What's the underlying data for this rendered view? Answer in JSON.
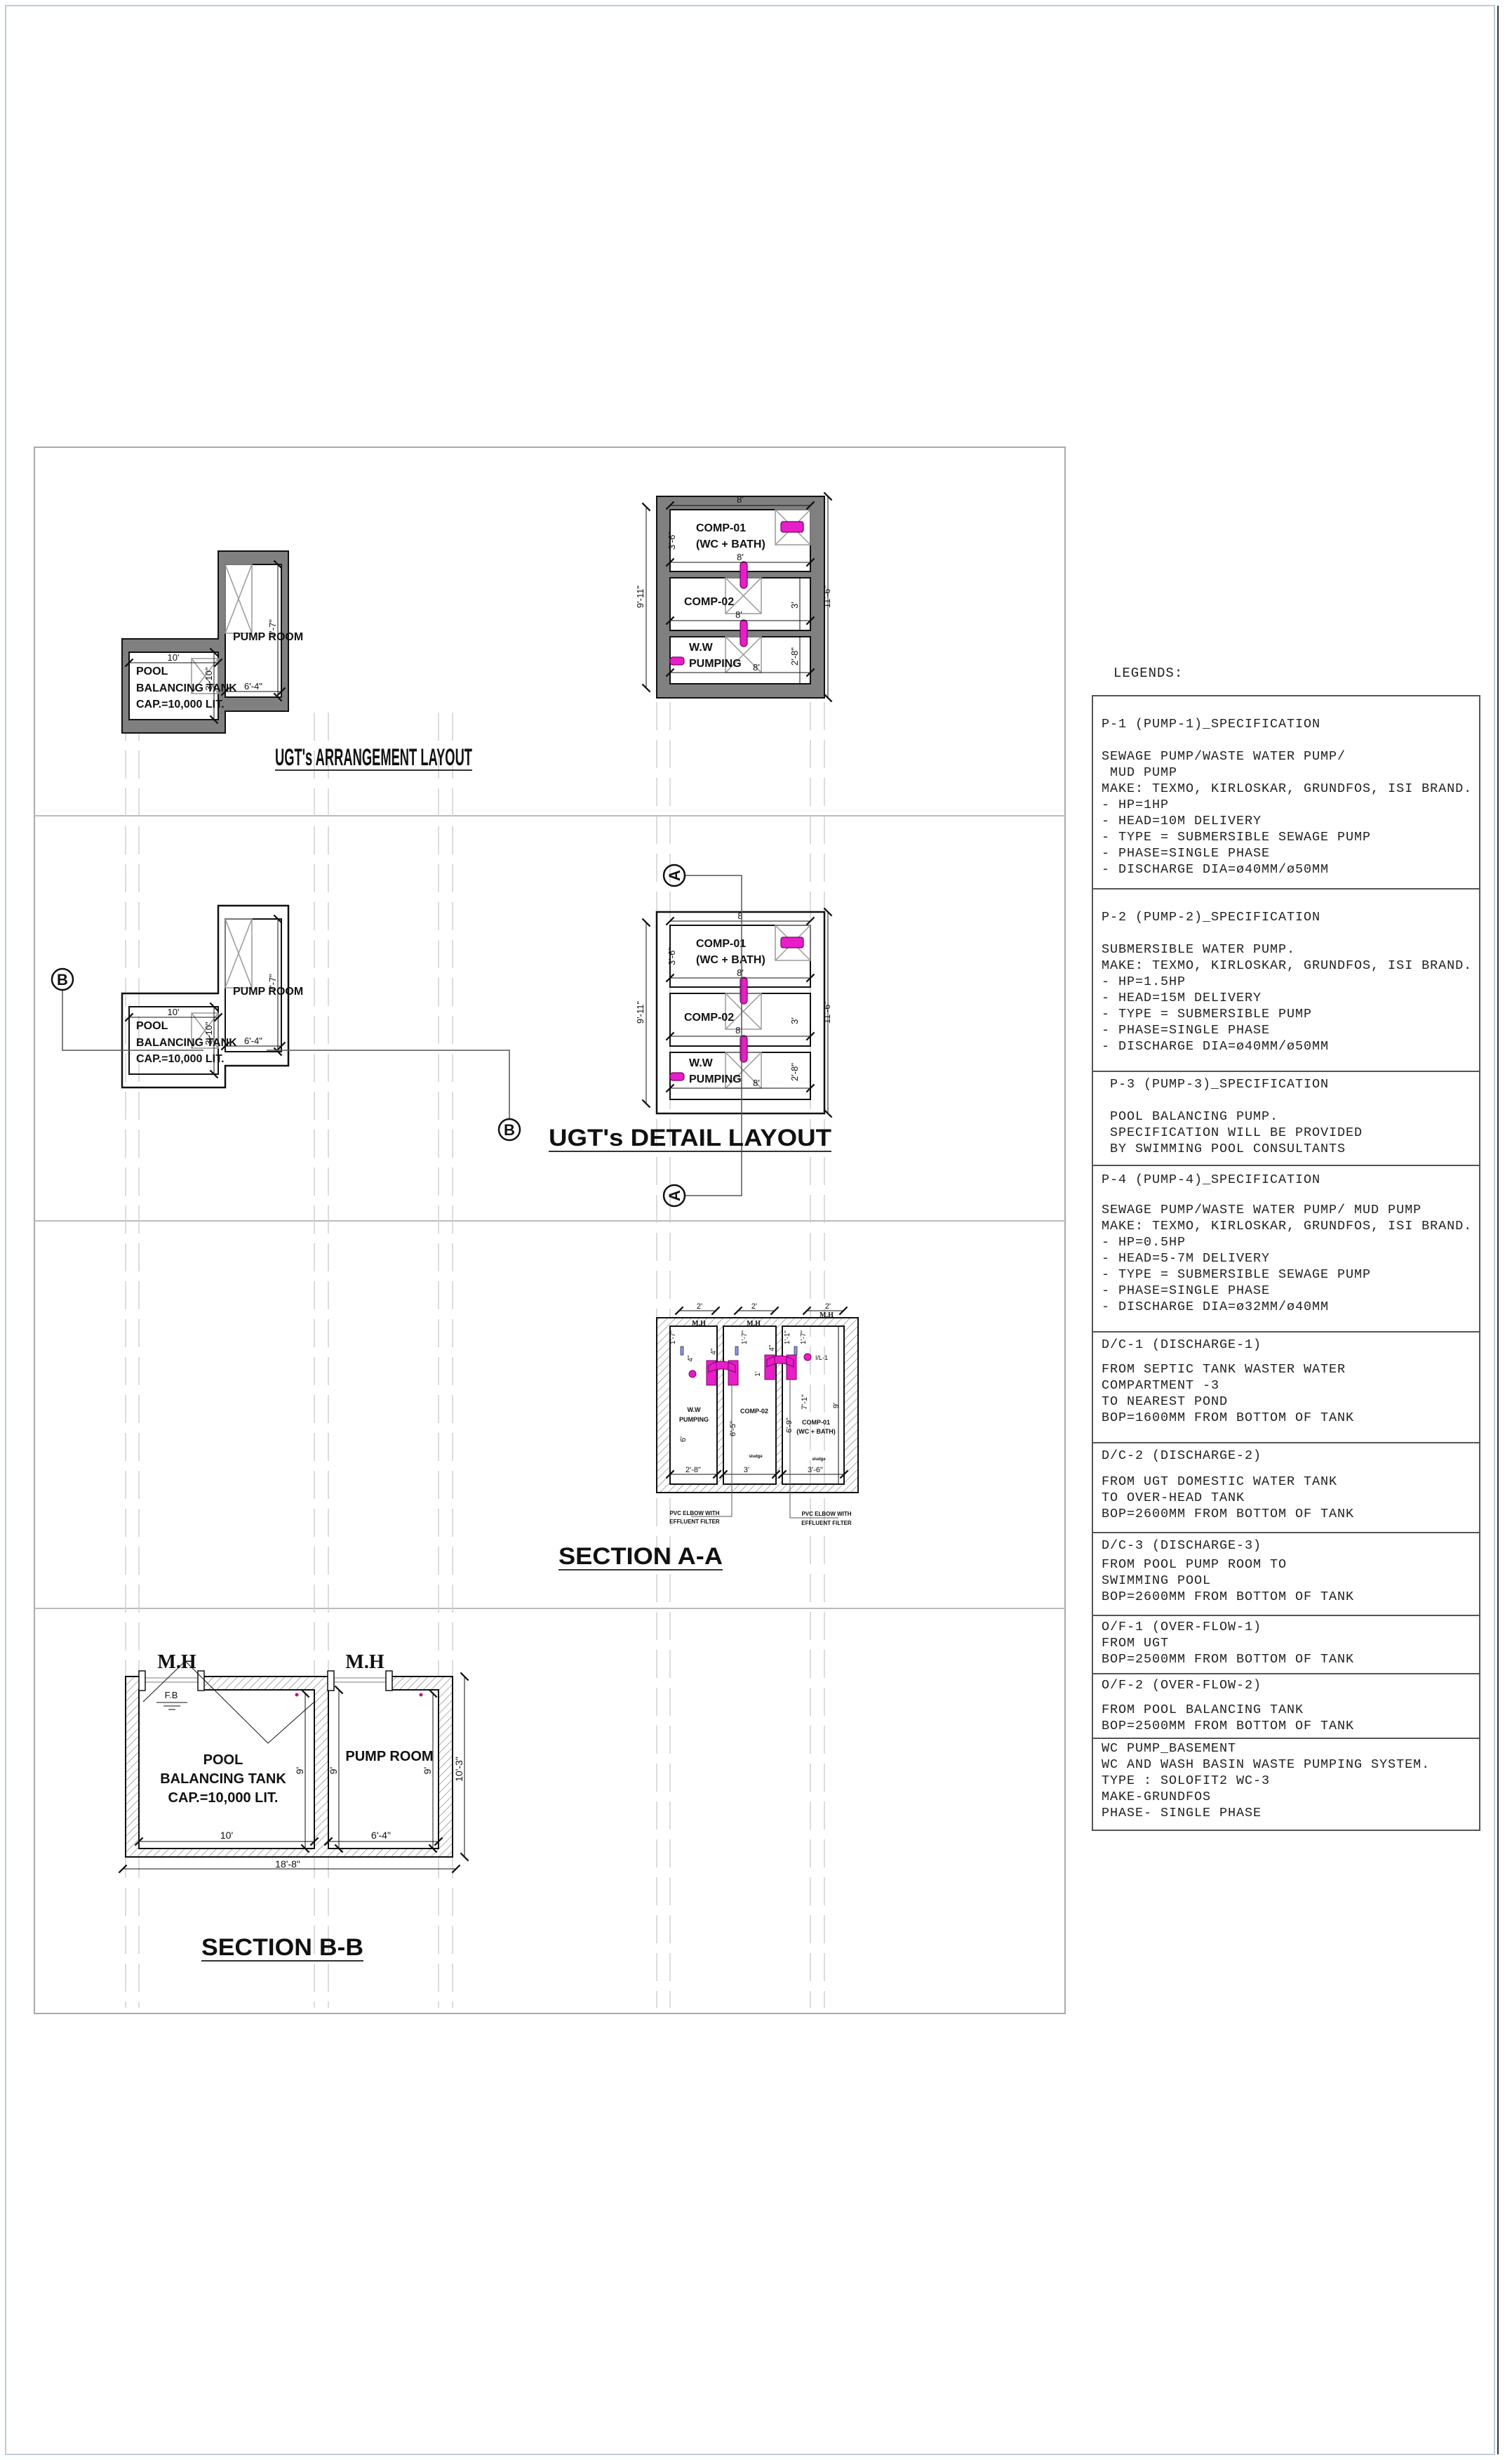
{
  "arrangement": {
    "title": "UGT's ARRANGEMENT LAYOUT",
    "pool_line1": "POOL",
    "pool_line2": "BALANCING TANK",
    "pool_line3": "CAP.=10,000 LIT.",
    "pump_room": "PUMP ROOM",
    "dim_pool_width": "10'",
    "dim_pool_depth": "3'-10\"",
    "dim_pump_width": "6'-4\"",
    "dim_pump_length": "7'-7\"",
    "comp01": "COMP-01",
    "comp01_sub": "(WC + BATH)",
    "comp02": "COMP-02",
    "ww": "W.W",
    "pumping": "PUMPING",
    "dim_top": "8'",
    "dim_c1": "8'",
    "dim_c2": "8'",
    "dim_c3": "8'",
    "dim_overall_v": "9'-11\"",
    "dim_overall_r": "11'-6\"",
    "dim_c1_h": "3'-6\"",
    "dim_c2_h": "3'",
    "dim_c3_h": "2'-8\""
  },
  "detail": {
    "title": "UGT's DETAIL LAYOUT",
    "pool_line1": "POOL",
    "pool_line2": "BALANCING TANK",
    "pool_line3": "CAP.=10,000 LIT.",
    "pump_room": "PUMP ROOM",
    "dim_pool_width": "10'",
    "dim_pool_depth": "3'-10\"",
    "dim_pump_width": "6'-4\"",
    "dim_pump_length": "7'-7\"",
    "comp01": "COMP-01",
    "comp01_sub": "(WC + BATH)",
    "comp02": "COMP-02",
    "ww": "W.W",
    "pumping": "PUMPING",
    "dim_top": "8",
    "dim_c1": "8'",
    "dim_c2": "8'",
    "dim_c3": "8'",
    "dim_overall_v": "9'-11\"",
    "dim_overall_r": "11'-6\"",
    "dim_c1_h": "3'-6\"",
    "dim_c2_h": "3'",
    "dim_c3_h": "2'-8\"",
    "marker_a": "A",
    "marker_b": "B"
  },
  "section_aa": {
    "title": "SECTION A-A",
    "mh": "M.H",
    "dim_mh": "2'",
    "ww": "W.W",
    "pumping": "PUMPING",
    "comp02": "COMP-02",
    "comp01": "COMP-01",
    "comp01_sub": "(WC + BATH)",
    "sludge": "sludge",
    "inlet": "I/L-1",
    "dim_ww_w": "2'-8\"",
    "dim_c2_w": "3'",
    "dim_c1_w": "3'-6\"",
    "dim_ww_h": "6'",
    "dim_c2_h": "6'-5\"",
    "dim_c1_h1": "6'-9\"",
    "dim_c1_h2": "7'-1\"",
    "dim_total_h": "9'",
    "dim_top1": "1'-7\"",
    "dim_top2": "1'-1\"",
    "dim_4in": "4\"",
    "dim_1ft": "1'",
    "note_line1": "PVC ELBOW WITH",
    "note_line2": "EFFLUENT FILTER"
  },
  "section_bb": {
    "title": "SECTION B-B",
    "mh": "M.H",
    "fb": "F.B",
    "pool_line1": "POOL",
    "pool_line2": "BALANCING TANK",
    "pool_line3": "CAP.=10,000 LIT.",
    "pump_room": "PUMP ROOM",
    "dim_height": "9'",
    "dim_pool_w": "10'",
    "dim_pump_w": "6'-4\"",
    "dim_total_w": "18'-8\"",
    "dim_total_h": "10'-3\""
  },
  "legend": {
    "title": "LEGENDS:",
    "rows": [
      {
        "heading": "P-1 (PUMP-1)_SPECIFICATION",
        "lines": [
          "SEWAGE PUMP/WASTE WATER PUMP/",
          " MUD PUMP",
          "MAKE: TEXMO, KIRLOSKAR, GRUNDFOS, ISI BRAND.",
          "- HP=1HP",
          "- HEAD=10M DELIVERY",
          "- TYPE = SUBMERSIBLE SEWAGE PUMP",
          "- PHASE=SINGLE PHASE",
          "- DISCHARGE DIA=ø40MM/ø50MM"
        ]
      },
      {
        "heading": "P-2 (PUMP-2)_SPECIFICATION",
        "lines": [
          "SUBMERSIBLE WATER PUMP.",
          "MAKE: TEXMO, KIRLOSKAR, GRUNDFOS, ISI BRAND.",
          "- HP=1.5HP",
          "- HEAD=15M DELIVERY",
          "- TYPE = SUBMERSIBLE PUMP",
          "- PHASE=SINGLE PHASE",
          "- DISCHARGE DIA=ø40MM/ø50MM"
        ]
      },
      {
        "heading": " P-3 (PUMP-3)_SPECIFICATION",
        "lines": [
          " POOL BALANCING PUMP.",
          " SPECIFICATION WILL BE PROVIDED",
          " BY SWIMMING POOL CONSULTANTS"
        ]
      },
      {
        "heading": "P-4 (PUMP-4)_SPECIFICATION",
        "lines": [
          "SEWAGE PUMP/WASTE WATER PUMP/ MUD PUMP",
          "MAKE: TEXMO, KIRLOSKAR, GRUNDFOS, ISI BRAND.",
          "- HP=0.5HP",
          "- HEAD=5-7M DELIVERY",
          "- TYPE = SUBMERSIBLE SEWAGE PUMP",
          "- PHASE=SINGLE PHASE",
          "- DISCHARGE DIA=ø32MM/ø40MM"
        ]
      },
      {
        "heading": "D/C-1 (DISCHARGE-1)",
        "lines": [
          "FROM SEPTIC TANK WASTER WATER",
          "COMPARTMENT -3",
          "TO NEAREST POND",
          "BOP=1600MM FROM BOTTOM OF TANK"
        ]
      },
      {
        "heading": "D/C-2 (DISCHARGE-2)",
        "lines": [
          "FROM UGT DOMESTIC WATER TANK",
          "TO OVER-HEAD TANK",
          "BOP=2600MM FROM BOTTOM OF TANK"
        ]
      },
      {
        "heading": "D/C-3 (DISCHARGE-3)",
        "lines": [
          "FROM POOL PUMP ROOM TO",
          "SWIMMING POOL",
          "BOP=2600MM FROM BOTTOM OF TANK"
        ]
      },
      {
        "heading": "O/F-1 (OVER-FLOW-1)",
        "lines": [
          "FROM UGT",
          "BOP=2500MM FROM BOTTOM OF TANK"
        ]
      },
      {
        "heading": "O/F-2 (OVER-FLOW-2)",
        "lines": [
          "FROM POOL BALANCING TANK",
          "BOP=2500MM FROM BOTTOM OF TANK"
        ]
      },
      {
        "heading": "WC PUMP_BASEMENT",
        "lines": [
          "WC AND WASH BASIN WASTE PUMPING SYSTEM.",
          "TYPE : SOLOFIT2 WC-3",
          "MAKE-GRUNDFOS",
          "PHASE- SINGLE PHASE"
        ]
      }
    ]
  },
  "colors": {
    "wall_fill": "#808080",
    "pipe": "#e81ec8",
    "line": "#111111",
    "grid": "#d0d0d0"
  }
}
